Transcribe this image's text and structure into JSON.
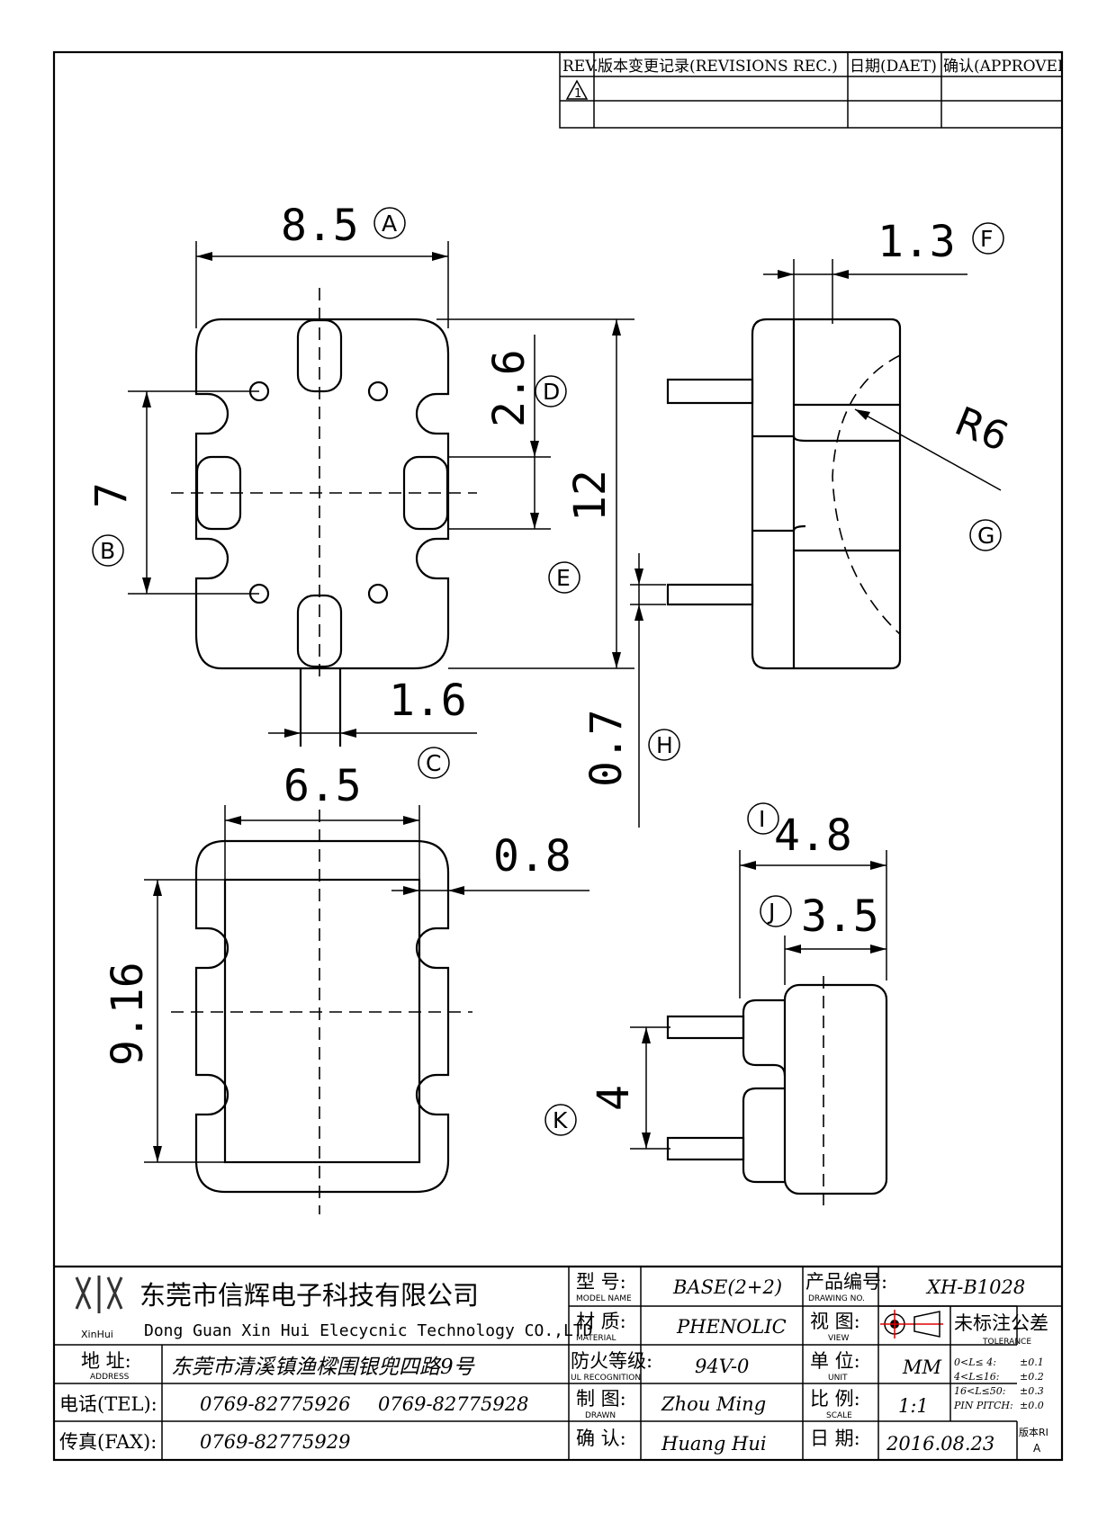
{
  "revision_table": {
    "headers": [
      "REV.",
      "版本变更记录(REVISIONS REC.)",
      "日期(DAET)",
      "确认(APPROVEI"
    ],
    "rev_symbol": "1"
  },
  "dimensions": {
    "a": "8.5",
    "a_tag": "A",
    "b": "7",
    "b_tag": "B",
    "c": "1.6",
    "c_tag": "C",
    "d": "2.6",
    "d_tag": "D",
    "e": "12",
    "e_tag": "E",
    "f": "1.3",
    "f_tag": "F",
    "g_tag": "G",
    "radius": "R6",
    "h": "0.7",
    "h_tag": "H",
    "i": "4.8",
    "i_tag": "I",
    "j": "3.5",
    "j_tag": "J",
    "k": "4",
    "k_tag": "K",
    "w65": "6.5",
    "t08": "0.8",
    "h916": "9.16"
  },
  "title_block": {
    "logo_text": "XinHui",
    "company_cn": "东莞市信辉电子科技有限公司",
    "company_en": "Dong Guan Xin Hui Elecycnic Technology CO.,LTD",
    "address_label": "地  址:",
    "address_label_en": "ADDRESS",
    "address": "东莞市清溪镇渔樑围银兜四路9号",
    "tel_label": "电话(TEL):",
    "tel1": "0769-82775926",
    "tel2": "0769-82775928",
    "fax_label": "传真(FAX):",
    "fax": "0769-82775929",
    "model_label": "型  号:",
    "model_label_en": "MODEL NAME",
    "model": "BASE(2+2)",
    "material_label": "材  质:",
    "material_label_en": "MATERIAL",
    "material": "PHENOLIC",
    "fire_label": "防火等级:",
    "fire_label_en": "UL RECOGNITION",
    "fire": "94V-0",
    "drawn_label": "制  图:",
    "drawn_label_en": "DRAWN",
    "drawn": "Zhou Ming",
    "confirm_label": "确  认:",
    "confirm": "Huang Hui",
    "drawing_no_label": "产品编号:",
    "drawing_no_label_en": "DRAWING NO.",
    "drawing_no": "XH-B1028",
    "view_label": "视  图:",
    "view_label_en": "VIEW",
    "unit_label": "单  位:",
    "unit_label_en": "UNIT",
    "unit": "MM",
    "scale_label": "比  例:",
    "scale_label_en": "SCALE",
    "scale": "1:1",
    "date_label": "日  期:",
    "date": "2016.08.23",
    "version_label": "版本RI",
    "version": "A",
    "tolerance_title": "未标注公差",
    "tolerance_en": "TOLERANCE",
    "tolerances": [
      {
        "range": "0<L≤ 4:",
        "value": "±0.1"
      },
      {
        "range": "4<L≤16:",
        "value": "±0.2"
      },
      {
        "range": "16<L≤50:",
        "value": "±0.3"
      },
      {
        "range": "PIN PITCH:",
        "value": "±0.0"
      }
    ]
  }
}
